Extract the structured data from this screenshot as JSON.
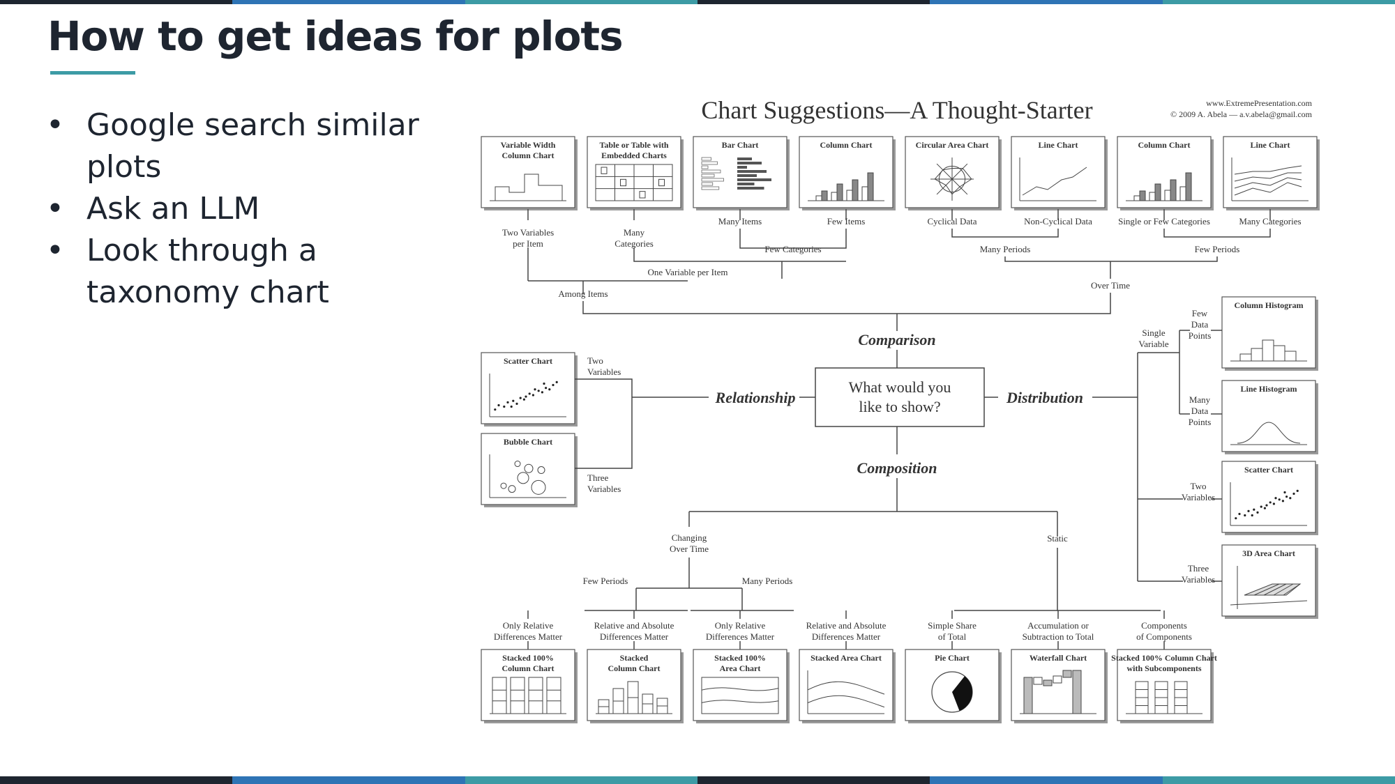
{
  "slide": {
    "title": "How to get ideas for plots",
    "bullets": [
      "Google search similar plots",
      "Ask an LLM",
      "Look through a taxonomy chart"
    ],
    "stripe_colors": [
      "#1e2530",
      "#2e74b5",
      "#3d9ba5",
      "#1e2530",
      "#2e74b5",
      "#3d9ba5"
    ]
  },
  "diagram": {
    "title": "Chart Suggestions—A Thought-Starter",
    "source_url": "www.ExtremePresentation.com",
    "copyright": "© 2009  A. Abela — a.v.abela@gmail.com",
    "center_question": [
      "What would you",
      "like to show?"
    ],
    "categories": {
      "comparison": "Comparison",
      "relationship": "Relationship",
      "distribution": "Distribution",
      "composition": "Composition"
    },
    "top_charts": [
      {
        "name": [
          "Variable Width",
          "Column Chart"
        ],
        "icon": "variable-width-column-icon",
        "caption": [
          "Two Variables",
          "per Item"
        ]
      },
      {
        "name": [
          "Table or Table with",
          "Embedded Charts"
        ],
        "icon": "table-embedded-icon",
        "caption": [
          "Many",
          "Categories"
        ]
      },
      {
        "name": [
          "Bar Chart"
        ],
        "icon": "bar-chart-icon",
        "caption": [
          "Many Items"
        ]
      },
      {
        "name": [
          "Column Chart"
        ],
        "icon": "column-chart-icon",
        "caption": [
          "Few Items"
        ]
      },
      {
        "name": [
          "Circular Area Chart"
        ],
        "icon": "radar-chart-icon",
        "caption": [
          "Cyclical Data"
        ]
      },
      {
        "name": [
          "Line Chart"
        ],
        "icon": "line-chart-icon",
        "caption": [
          "Non-Cyclical Data"
        ]
      },
      {
        "name": [
          "Column Chart"
        ],
        "icon": "column-chart-icon",
        "caption": [
          "Single or Few Categories"
        ]
      },
      {
        "name": [
          "Line Chart"
        ],
        "icon": "multi-line-chart-icon",
        "caption": [
          "Many Categories"
        ]
      }
    ],
    "comparison_labels": {
      "few_categories": "Few Categories",
      "one_variable": "One Variable per Item",
      "among_items": "Among Items",
      "many_periods": "Many Periods",
      "few_periods": "Few Periods",
      "over_time": "Over Time"
    },
    "relationship": {
      "charts": [
        {
          "name": "Scatter Chart",
          "icon": "scatter-chart-icon"
        },
        {
          "name": "Bubble Chart",
          "icon": "bubble-chart-icon"
        }
      ],
      "labels": [
        [
          "Two",
          "Variables"
        ],
        [
          "Three",
          "Variables"
        ]
      ]
    },
    "distribution": {
      "single_variable": [
        "Single",
        "Variable"
      ],
      "few_points": [
        "Few",
        "Data",
        "Points"
      ],
      "many_points": [
        "Many",
        "Data",
        "Points"
      ],
      "two_variables": [
        "Two",
        "Variables"
      ],
      "three_variables": [
        "Three",
        "Variables"
      ],
      "charts": [
        {
          "name": "Column Histogram",
          "icon": "column-histogram-icon"
        },
        {
          "name": "Line Histogram",
          "icon": "line-histogram-icon"
        },
        {
          "name": "Scatter Chart",
          "icon": "scatter-chart-icon"
        },
        {
          "name": "3D Area Chart",
          "icon": "3d-area-chart-icon"
        }
      ]
    },
    "composition": {
      "changing": [
        "Changing",
        "Over Time"
      ],
      "static": "Static",
      "few_periods": "Few Periods",
      "many_periods": "Many Periods",
      "captions": [
        [
          "Only Relative",
          "Differences Matter"
        ],
        [
          "Relative and Absolute",
          "Differences Matter"
        ],
        [
          "Only Relative",
          "Differences Matter"
        ],
        [
          "Relative and Absolute",
          "Differences Matter"
        ],
        [
          "Simple Share",
          "of Total"
        ],
        [
          "Accumulation or",
          "Subtraction to Total"
        ],
        [
          "Components",
          "of Components"
        ]
      ],
      "charts": [
        {
          "name": [
            "Stacked 100%",
            "Column Chart"
          ],
          "icon": "stacked-100-column-icon"
        },
        {
          "name": [
            "Stacked",
            "Column Chart"
          ],
          "icon": "stacked-column-icon"
        },
        {
          "name": [
            "Stacked 100%",
            "Area Chart"
          ],
          "icon": "stacked-100-area-icon"
        },
        {
          "name": [
            "Stacked Area Chart"
          ],
          "icon": "stacked-area-icon"
        },
        {
          "name": [
            "Pie Chart"
          ],
          "icon": "pie-chart-icon"
        },
        {
          "name": [
            "Waterfall Chart"
          ],
          "icon": "waterfall-chart-icon"
        },
        {
          "name": [
            "Stacked 100% Column Chart",
            "with Subcomponents"
          ],
          "icon": "stacked-subcomponents-icon"
        }
      ]
    }
  }
}
